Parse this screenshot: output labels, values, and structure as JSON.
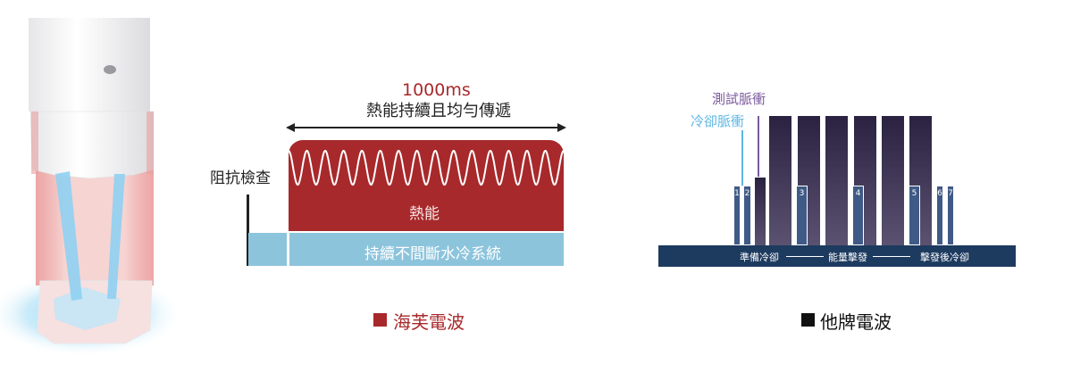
{
  "colors": {
    "brand_red": "#a8292b",
    "cooling_blue": "#8cc4dc",
    "competitor_base": "#1d3a5f",
    "competitor_bar_top": "#2a2240",
    "competitor_bar_bottom": "#5a5270",
    "numbered_bar": "#3f5a86",
    "test_pulse_purple": "#7b5a9c",
    "cooling_pulse_blue": "#5db7e4"
  },
  "left_diagram": {
    "duration": "1000ms",
    "subtitle": "熱能持續且均勻傳遞",
    "impedance_label": "阻抗檢查",
    "heat_label": "熱能",
    "cooling_label": "持續不間斷水冷系統",
    "wave_cycles": 15,
    "legend": "海芙電波"
  },
  "right_diagram": {
    "test_pulse_label": "測試脈衝",
    "cooling_pulse_label": "冷卻脈衝",
    "phase_prep": "準備冷卻",
    "phase_energy": "能量擊發",
    "phase_after": "擊發後冷卻",
    "numbers": [
      "1",
      "2",
      "3",
      "4",
      "5",
      "6",
      "7"
    ],
    "legend": "他牌電波"
  }
}
